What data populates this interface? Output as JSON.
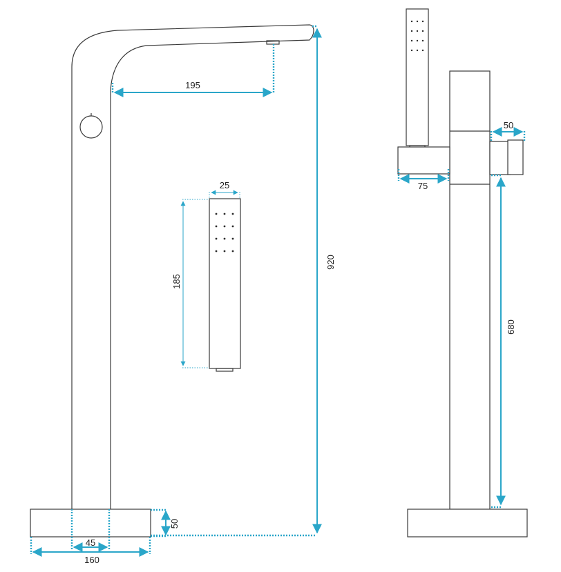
{
  "dimensions": {
    "spout_reach": "195",
    "total_height": "920",
    "base_height": "50",
    "pipe_diameter": "45",
    "base_width": "160",
    "handshower_width": "25",
    "handshower_length": "185",
    "holder_width": "75",
    "holder_depth": "50",
    "holder_height": "680"
  },
  "colors": {
    "outline": "#3a3a3a",
    "dimension": "#2aa6c9",
    "background": "#ffffff"
  }
}
